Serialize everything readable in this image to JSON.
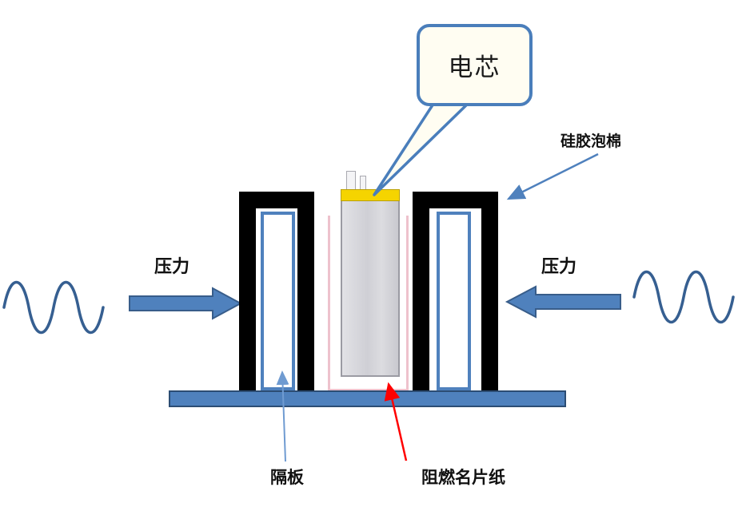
{
  "diagram": {
    "title_hint": "battery cell compression fixture schematic",
    "callout": {
      "label": "电芯"
    },
    "labels": {
      "pressure_left": "压力",
      "pressure_right": "压力",
      "silicone_foam": "硅胶泡棉",
      "separator": "隔板",
      "flame_retardant_paper": "阻燃名片纸"
    },
    "colors": {
      "accent_blue": "#4f81bd",
      "wave_blue": "#365f91",
      "bracket_black": "#000000",
      "cell_gray": "#d4d4da",
      "cap_yellow": "#f5d400",
      "paper_pink": "#eec2cd",
      "pointer_red": "#ff0000",
      "bubble_fill": "#fffdf2",
      "bubble_border": "#4a7ebb"
    }
  }
}
